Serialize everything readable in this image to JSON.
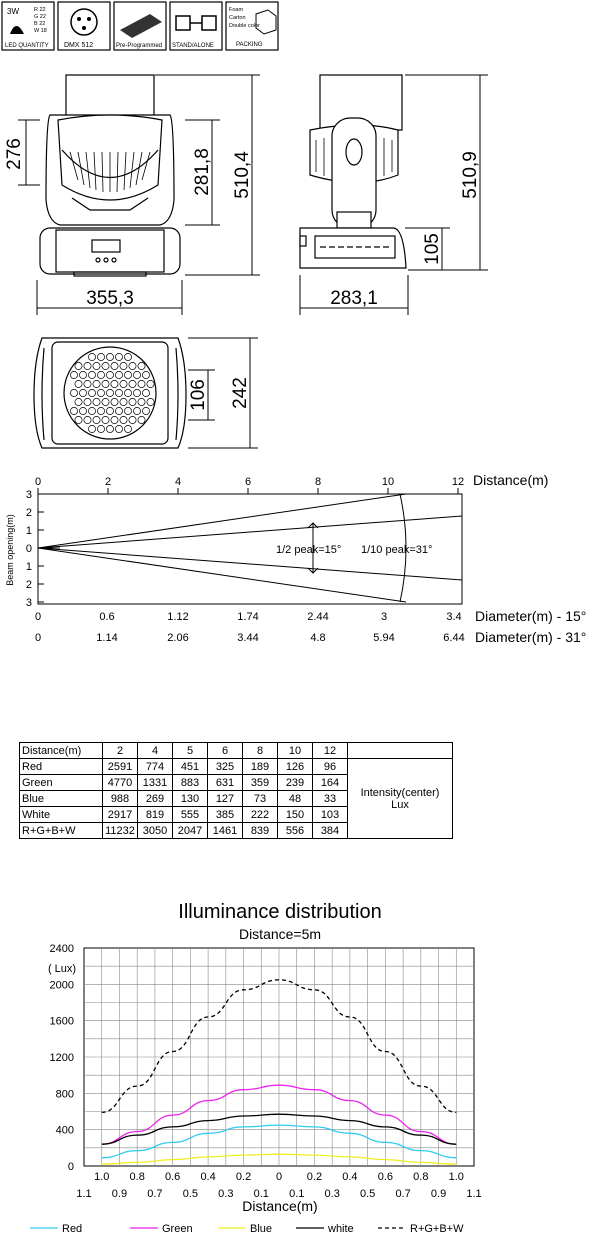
{
  "badges": [
    {
      "id": "led",
      "top": "3W",
      "lines": [
        "R 22",
        "G 22",
        "B 22",
        "W 18"
      ],
      "caption": "LED QUANTITY"
    },
    {
      "id": "dmx",
      "caption": "DMX  512"
    },
    {
      "id": "prog",
      "caption": "Pre-Programmed"
    },
    {
      "id": "stand",
      "caption": "STAND/ALONE"
    },
    {
      "id": "pack",
      "lines": [
        "Foam",
        "Carton",
        "Double color"
      ],
      "caption": "PACKING"
    }
  ],
  "dimensions": {
    "front_head": "276",
    "front_mid": "281,8",
    "front_total": "510,4",
    "front_width": "355,3",
    "side_total": "510,9",
    "side_base": "105",
    "side_width": "283,1",
    "bottom_inner": "106",
    "bottom_outer": "242"
  },
  "beam": {
    "distance_label": "Distance(m)",
    "distance_ticks": [
      "0",
      "2",
      "4",
      "6",
      "8",
      "10",
      "12"
    ],
    "ylabel": "Beam opening(m)",
    "y_ticks_top": [
      "3",
      "2",
      "1",
      "0"
    ],
    "y_ticks_bottom": [
      "1",
      "2",
      "3"
    ],
    "label_15": "1/2 peak=15°",
    "label_31": "1/10 peak=31°",
    "diam15_values": [
      "0",
      "0.6",
      "1.12",
      "1.74",
      "2.44",
      "3",
      "3.4"
    ],
    "diam15_label": "Diameter(m) - 15°",
    "diam31_values": [
      "0",
      "1.14",
      "2.06",
      "3.44",
      "4.8",
      "5.94",
      "6.44"
    ],
    "diam31_label": "Diameter(m) - 31°"
  },
  "table": {
    "header_label": "Distance(m)",
    "distances": [
      "2",
      "4",
      "5",
      "6",
      "8",
      "10",
      "12"
    ],
    "rows": [
      {
        "label": "Red",
        "values": [
          "2591",
          "774",
          "451",
          "325",
          "189",
          "126",
          "96"
        ]
      },
      {
        "label": "Green",
        "values": [
          "4770",
          "1331",
          "883",
          "631",
          "359",
          "239",
          "164"
        ]
      },
      {
        "label": "Blue",
        "values": [
          "988",
          "269",
          "130",
          "127",
          "73",
          "48",
          "33"
        ]
      },
      {
        "label": "White",
        "values": [
          "2917",
          "819",
          "555",
          "385",
          "222",
          "150",
          "103"
        ]
      },
      {
        "label": "R+G+B+W",
        "values": [
          "11232",
          "3050",
          "2047",
          "1461",
          "839",
          "556",
          "384"
        ]
      }
    ],
    "unit_line1": "Intensity(center)",
    "unit_line2": "Lux"
  },
  "chart_data": {
    "type": "line",
    "title": "Illuminance distribution",
    "subtitle": "Distance=5m",
    "ylabel": "( Lux)",
    "xlabel": "Distance(m)",
    "x_top_ticks": [
      "1.0",
      "0.8",
      "0.6",
      "0.4",
      "0.2",
      "0",
      "0.2",
      "0.4",
      "0.6",
      "0.8",
      "1.0"
    ],
    "x_bottom_ticks": [
      "1.1",
      "0.9",
      "0.7",
      "0.5",
      "0.3",
      "0.1",
      "0.1",
      "0.3",
      "0.5",
      "0.7",
      "0.9",
      "1.1"
    ],
    "y_ticks": [
      "0",
      "400",
      "800",
      "1200",
      "1600",
      "2000",
      "2400"
    ],
    "ylim": [
      0,
      2400
    ],
    "x": [
      -1.0,
      -0.8,
      -0.6,
      -0.4,
      -0.2,
      0,
      0.2,
      0.4,
      0.6,
      0.8,
      1.0
    ],
    "grid": true,
    "legend_position": "bottom",
    "series": [
      {
        "name": "Red",
        "color": "#33ccee",
        "dash": "",
        "values": [
          90,
          170,
          260,
          360,
          430,
          450,
          430,
          360,
          260,
          170,
          90
        ]
      },
      {
        "name": "Green",
        "color": "#ee22ee",
        "dash": "",
        "values": [
          240,
          380,
          560,
          720,
          840,
          890,
          840,
          720,
          560,
          380,
          240
        ]
      },
      {
        "name": "Blue",
        "color": "#eeee22",
        "dash": "",
        "values": [
          20,
          40,
          70,
          100,
          120,
          130,
          120,
          100,
          70,
          40,
          20
        ]
      },
      {
        "name": "white",
        "color": "#000000",
        "dash": "",
        "values": [
          240,
          340,
          430,
          500,
          550,
          570,
          550,
          500,
          430,
          340,
          240
        ]
      },
      {
        "name": "R+G+B+W",
        "color": "#000000",
        "dash": "4,3",
        "values": [
          590,
          880,
          1260,
          1640,
          1940,
          2050,
          1940,
          1640,
          1260,
          880,
          590
        ]
      }
    ]
  }
}
